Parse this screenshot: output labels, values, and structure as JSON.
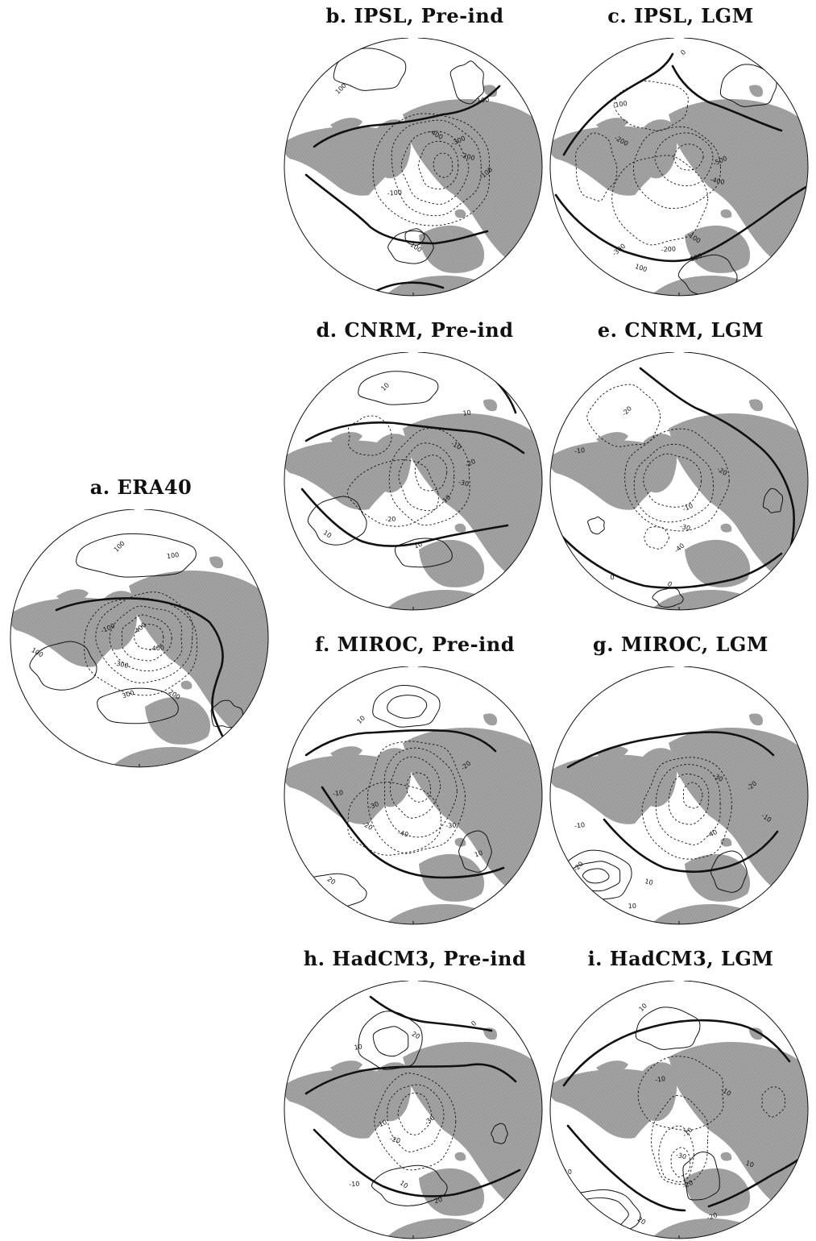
{
  "colors": {
    "land": "#9a9a9a",
    "ink": "#111111",
    "background": "#ffffff"
  },
  "panels": [
    {
      "id": "a",
      "title": "a. ERA40",
      "labels": [
        "100",
        "100",
        "100",
        "-100",
        "-300",
        "-400",
        "-400",
        "200",
        "300"
      ]
    },
    {
      "id": "b",
      "title": "b. IPSL, Pre-ind",
      "labels": [
        "100",
        "100",
        "-400",
        "-300",
        "-200",
        "-100",
        "-100",
        "100"
      ]
    },
    {
      "id": "c",
      "title": "c. IPSL, LGM",
      "labels": [
        "0",
        "-100",
        "-200",
        "-500",
        "-400",
        "-300",
        "-200",
        "-100",
        "100",
        "100",
        "0",
        "100"
      ]
    },
    {
      "id": "d",
      "title": "d. CNRM, Pre-ind",
      "labels": [
        "10",
        "10",
        "-10",
        "-20",
        "-30",
        "-10",
        "-20",
        "10",
        "10"
      ]
    },
    {
      "id": "e",
      "title": "e. CNRM, LGM",
      "labels": [
        "-20",
        "-10",
        "-20",
        "-10",
        "-30",
        "-40",
        "0",
        "0"
      ]
    },
    {
      "id": "f",
      "title": "f. MIROC, Pre-ind",
      "labels": [
        "10",
        "-10",
        "-20",
        "-30",
        "-40",
        "-20",
        "-30",
        "20",
        "10"
      ]
    },
    {
      "id": "g",
      "title": "g. MIROC, LGM",
      "labels": [
        "-20",
        "-10",
        "-30",
        "-40",
        "10",
        "-20",
        "10",
        "-10"
      ]
    },
    {
      "id": "h",
      "title": "h. HadCM3, Pre-ind",
      "labels": [
        "0",
        "10",
        "20",
        "-10",
        "-20",
        "-30",
        "-10",
        "10",
        "20"
      ]
    },
    {
      "id": "i",
      "title": "i. HadCM3, LGM",
      "labels": [
        "10",
        "-10",
        "-10",
        "-20",
        "-30",
        "-10",
        "10",
        "20",
        "-20",
        "10"
      ]
    }
  ]
}
